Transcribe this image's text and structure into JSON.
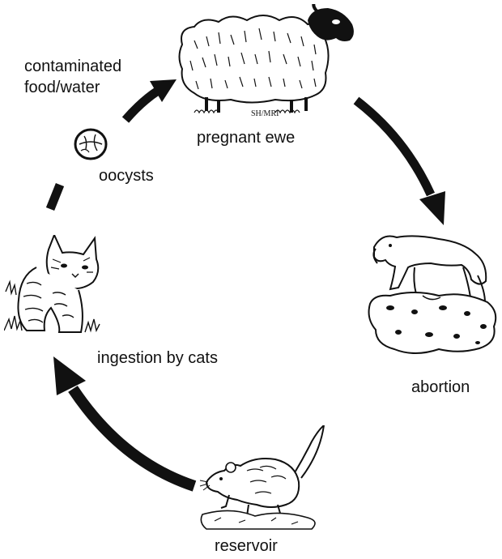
{
  "diagram": {
    "stages": {
      "contaminated": {
        "line1": "contaminated",
        "line2": "food/water"
      },
      "ewe": {
        "label": "pregnant ewe",
        "artist_mark": "SH/MRI"
      },
      "oocysts": {
        "label": "oocysts"
      },
      "abortion": {
        "label": "abortion"
      },
      "cats": {
        "label": "ingestion by cats"
      },
      "reservoir": {
        "label": "reservoir"
      }
    },
    "colors": {
      "ink": "#111111",
      "background": "#ffffff"
    },
    "icons": [
      "sheep-illustration",
      "oocyst-illustration",
      "aborted-lamb-illustration",
      "cat-illustration",
      "rat-illustration",
      "cycle-arrow"
    ]
  }
}
